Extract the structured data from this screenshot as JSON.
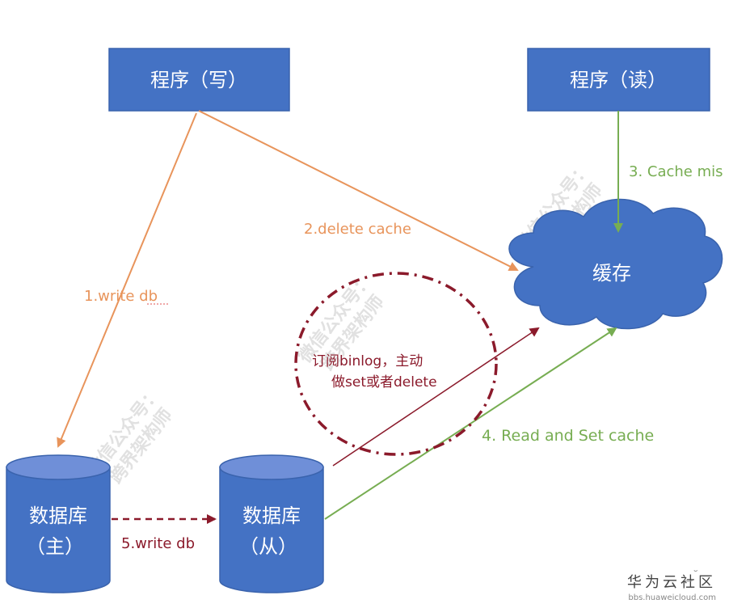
{
  "nodes": {
    "writer_program": {
      "label": "程序（写）"
    },
    "reader_program": {
      "label": "程序（读）"
    },
    "cache": {
      "label": "缓存"
    },
    "master_db": {
      "line1": "数据库",
      "line2": "（主）"
    },
    "slave_db": {
      "line1": "数据库",
      "line2": "（从）"
    }
  },
  "edges": {
    "write_db": "1.write db",
    "delete_cache": "2.delete cache",
    "cache_miss": "3. Cache mis",
    "read_set_cache": "4. Read and Set cache",
    "replicate": "5.write db"
  },
  "annotation": {
    "line1": "订阅binlog，主动",
    "line2": "做set或者delete"
  },
  "watermarks": [
    {
      "line1": "微信公众号：",
      "line2": "跨界架构师"
    },
    {
      "line1": "微信公众号：",
      "line2": "跨界架构师"
    },
    {
      "line1": "微信公众号：",
      "line2": "跨界架构师"
    }
  ],
  "footer": {
    "brand": "华为云社区",
    "url": "bbs.huaweicloud.com"
  },
  "colors": {
    "box": "#4472c4",
    "box_border": "#3a63ad",
    "orange": "#e8945b",
    "green": "#77ad52",
    "dark_red": "#8b1a2b",
    "white": "#ffffff"
  }
}
